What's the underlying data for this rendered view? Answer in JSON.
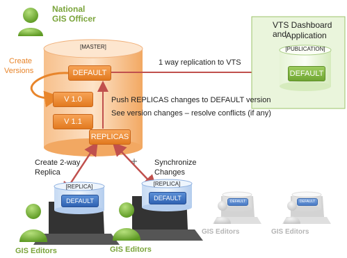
{
  "officer": {
    "label_line1": "National",
    "label_line2": "GIS Officer"
  },
  "create_versions": {
    "line1": "Create",
    "line2": "Versions"
  },
  "master": {
    "tag": "[MASTER]",
    "default_label": "DEFAULT",
    "v10_label": "V 1.0",
    "v11_label": "V 1.1",
    "replicas_label": "REPLICAS"
  },
  "replication_text": "1 way replication to VTS",
  "push_text": "Push REPLICAS changes to DEFAULT version",
  "resolve_text": "See version changes – resolve conflicts (if any)",
  "vts": {
    "title_line1": "VTS Dashboard and",
    "title_line2": "Application",
    "tag": "[PUBLICATION]",
    "default_label": "DEFAULT"
  },
  "create_replica": {
    "line1": "Create 2-way",
    "line2": "Replica"
  },
  "synchronize": {
    "line1": "Synchronize",
    "line2": "Changes"
  },
  "replica1": {
    "tag": "[REPLICA]",
    "default_label": "DEFAULT"
  },
  "replica2": {
    "tag": "[REPLICA]",
    "default_label": "DEFAULT"
  },
  "replica3": {
    "default_label": "DEFAULT"
  },
  "replica4": {
    "default_label": "DEFAULT"
  },
  "editors": [
    {
      "label": "GIS Editors"
    },
    {
      "label": "GIS Editors"
    },
    {
      "label": "GIS Editors"
    },
    {
      "label": "GIS Editors"
    }
  ],
  "colors": {
    "orange": "#e8852b",
    "green": "#7aa43a",
    "red_arrow": "#c0504d",
    "blue": "#2f62b3"
  }
}
